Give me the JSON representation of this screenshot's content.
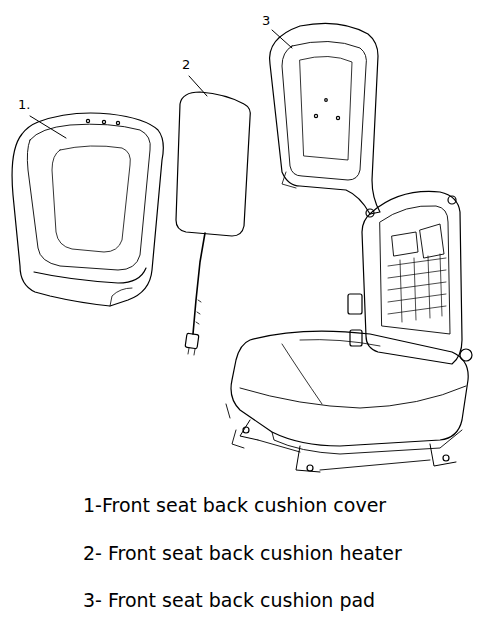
{
  "diagram": {
    "labels": [
      "1.",
      "2",
      "3",
      "1-Front seat back cushion cover",
      "2- Front seat back cushion heater",
      "3- Front seat back cushion pad"
    ]
  }
}
